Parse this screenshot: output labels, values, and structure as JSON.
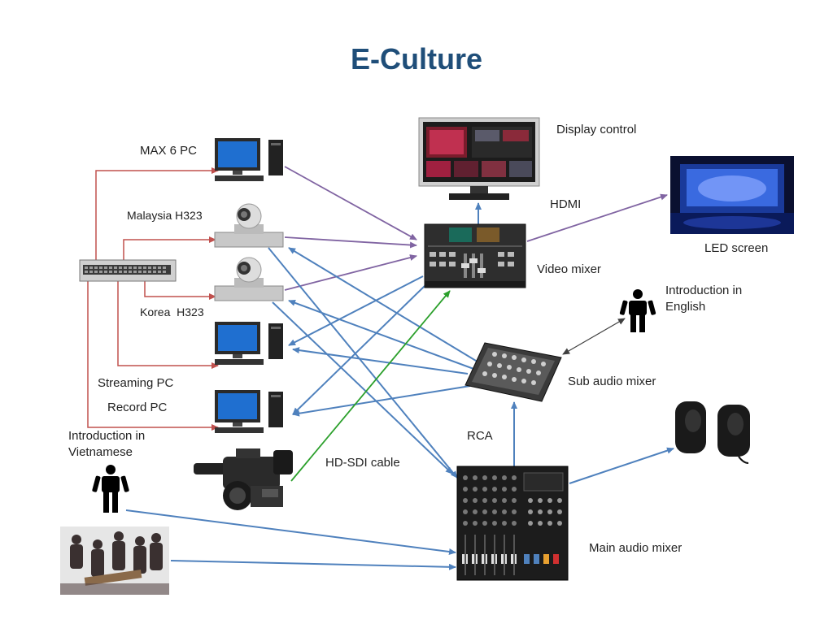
{
  "title": "E-Culture",
  "labels": {
    "max6_pc": "MAX 6 PC",
    "malaysia_h323": "Malaysia H323",
    "korea_h323": "Korea  H323",
    "streaming_pc": "Streaming PC",
    "record_pc": "Record PC",
    "intro_vietnamese_line1": "Introduction in",
    "intro_vietnamese_line2": "Vietnamese",
    "display_control": "Display control",
    "hdmi": "HDMI",
    "led_screen": "LED screen",
    "video_mixer": "Video mixer",
    "intro_english_line1": "Introduction in",
    "intro_english_line2": "English",
    "sub_audio_mixer": "Sub audio mixer",
    "rca": "RCA",
    "hd_sdi_cable": "HD-SDI cable",
    "main_audio_mixer": "Main audio mixer"
  },
  "colors": {
    "title": "#1f4e79",
    "network_link": "#c0504d",
    "video_link": "#8064a2",
    "audio_link": "#4f81bd",
    "sdi_link": "#2ca02c",
    "arrow_link": "#404040"
  }
}
